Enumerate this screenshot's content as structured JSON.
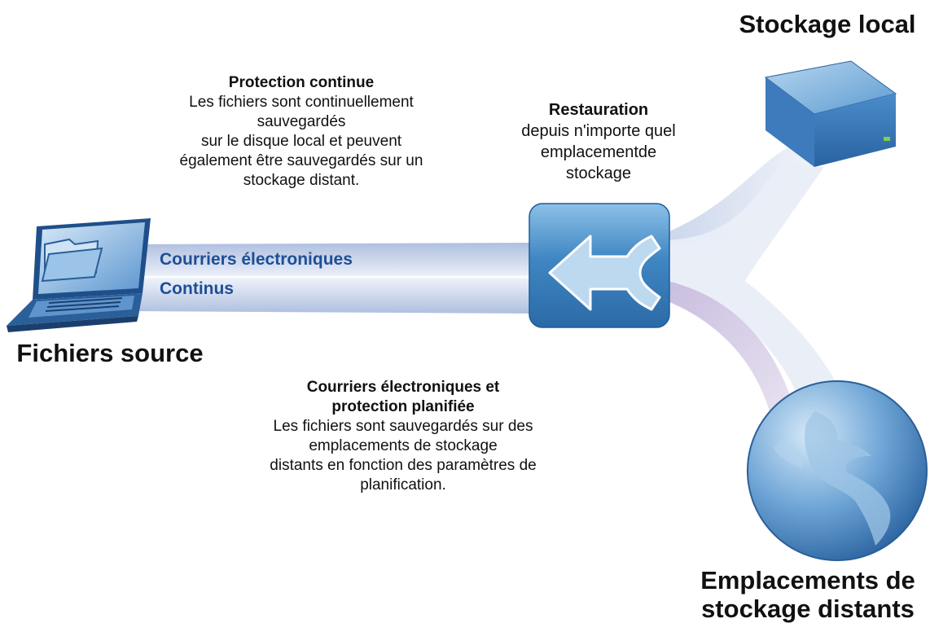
{
  "labels": {
    "source": "Fichiers source",
    "local_storage": "Stockage local",
    "remote_storage_line1": "Emplacements de",
    "remote_storage_line2": "stockage distants"
  },
  "streams": {
    "email": "Courriers électroniques",
    "continuous": "Continus"
  },
  "continuous_protection": {
    "heading": "Protection continue",
    "body": "Les fichiers sont continuellement\nsauvegardés\nsur le disque local et peuvent\négalement être sauvegardés sur un\nstockage distant."
  },
  "restore": {
    "heading": "Restauration",
    "body": "depuis n'importe quel\nemplacementde\nstockage"
  },
  "scheduled_protection": {
    "heading_line1": "Courriers électroniques et",
    "heading_line2": "protection planifiée",
    "body": "Les fichiers sont sauvegardés sur des\nemplacements de stockage\ndistants en fonction des paramètres de\nplanification."
  },
  "colors": {
    "stream_text": "#1e4f95",
    "hub_blue": "#3f86c2",
    "band": "#c9d5ea",
    "band_purple": "#d8cde6"
  },
  "icons": {
    "laptop": "laptop-folder-icon",
    "hub": "restore-arrow-icon",
    "local": "server-box-icon",
    "remote": "globe-icon"
  }
}
